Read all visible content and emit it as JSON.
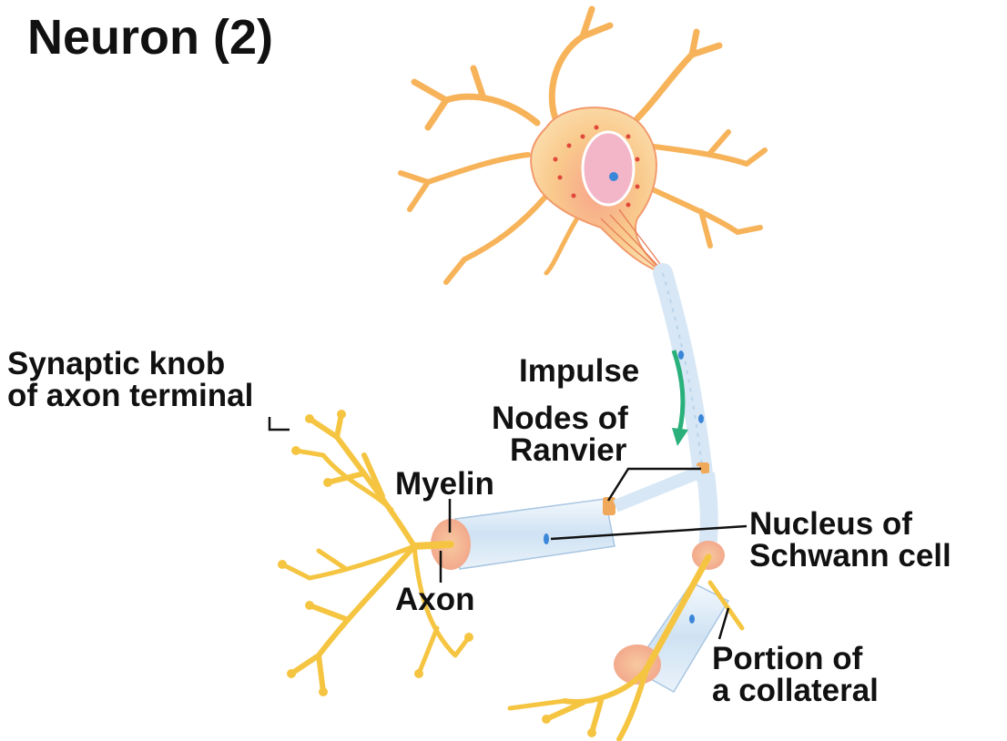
{
  "title": "Neuron (2)",
  "labels": {
    "synaptic_knob": [
      "Synaptic knob",
      "of axon terminal"
    ],
    "impulse": "Impulse",
    "nodes_of_ranvier": [
      "Nodes of",
      "Ranvier"
    ],
    "myelin": "Myelin",
    "axon": "Axon",
    "nucleus_schwann": [
      "Nucleus of",
      "Schwann cell"
    ],
    "collateral": [
      "Portion of",
      "a collateral"
    ]
  },
  "colors": {
    "dendrite": "#f7b35a",
    "cell_body": "#f9c98c",
    "nucleus": "#f3b6c8",
    "myelin": "#dbe9f6",
    "axon_terminal": "#f5c542",
    "node": "#f0a85a",
    "impulse_arrow": "#2ab07a",
    "leader_line": "#111111"
  }
}
